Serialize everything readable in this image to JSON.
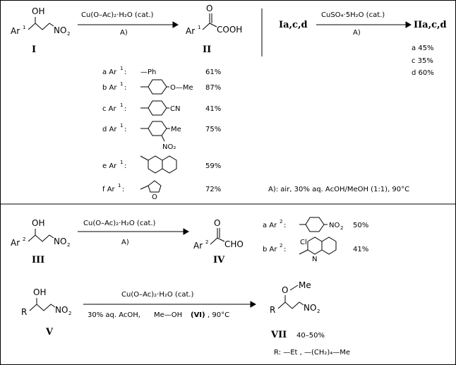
{
  "reaction1": {
    "compound_start": "I",
    "compound_product": "II",
    "reagent": "Cu(O–Ac)₂·H₂O (cat.)",
    "condition": "A)",
    "ar_group": "Ar",
    "ar_index": "1",
    "oh": "OH",
    "no2": "NO",
    "no2_sub": "2",
    "cooh": "COOH",
    "o": "O"
  },
  "reaction2": {
    "compound_start": "Ia,c,d",
    "compound_product": "IIa,c,d",
    "reagent": "CuSO₄·5H₂O (cat.)",
    "condition": "A)",
    "yields": [
      "a 45%",
      "c 35%",
      "d 60%"
    ]
  },
  "substituents1": [
    {
      "letter": "a Ar",
      "group": "—Ph",
      "yield": "61%"
    },
    {
      "letter": "b Ar",
      "group": "O—Me",
      "yield": "87%"
    },
    {
      "letter": "c Ar",
      "group": "CN",
      "yield": "41%"
    },
    {
      "letter": "d Ar",
      "group": "Me",
      "group2": "NO₂",
      "yield": "75%"
    },
    {
      "letter": "e Ar",
      "yield": "59%"
    },
    {
      "letter": "f Ar",
      "group": "O",
      "yield": "72%"
    }
  ],
  "conditions_note": "A): air, 30% aq. AcOH/MeOH (1:1), 90°C",
  "reaction3": {
    "compound_start": "III",
    "compound_product": "IV",
    "reagent": "Cu(O–Ac)₂·H₂O (cat.)",
    "condition": "A)",
    "ar_group": "Ar",
    "ar_index": "2",
    "oh": "OH",
    "no2": "NO",
    "no2_sub": "2",
    "cho": "CHO",
    "o": "O"
  },
  "substituents3": [
    {
      "letter": "a Ar",
      "group": "NO",
      "group_sub": "2",
      "yield": "50%"
    },
    {
      "letter": "b Ar",
      "group": "Cl",
      "ring": "N",
      "yield": "41%"
    }
  ],
  "reaction4": {
    "compound_start": "V",
    "compound_product": "VII",
    "product_yield": "40–50%",
    "reagent": "Cu(O–Ac)₂·H₂O (cat.)",
    "condition_part1": "30% aq. AcOH,",
    "condition_part2": "Me—OH",
    "condition_part3": "(VI)",
    "condition_part4": ", 90°C",
    "r": "R",
    "oh": "OH",
    "ome": "Me",
    "o": "O",
    "no2": "NO",
    "no2_sub": "2",
    "r_note": "R: —Et , —(CH₂)₄—Me"
  }
}
